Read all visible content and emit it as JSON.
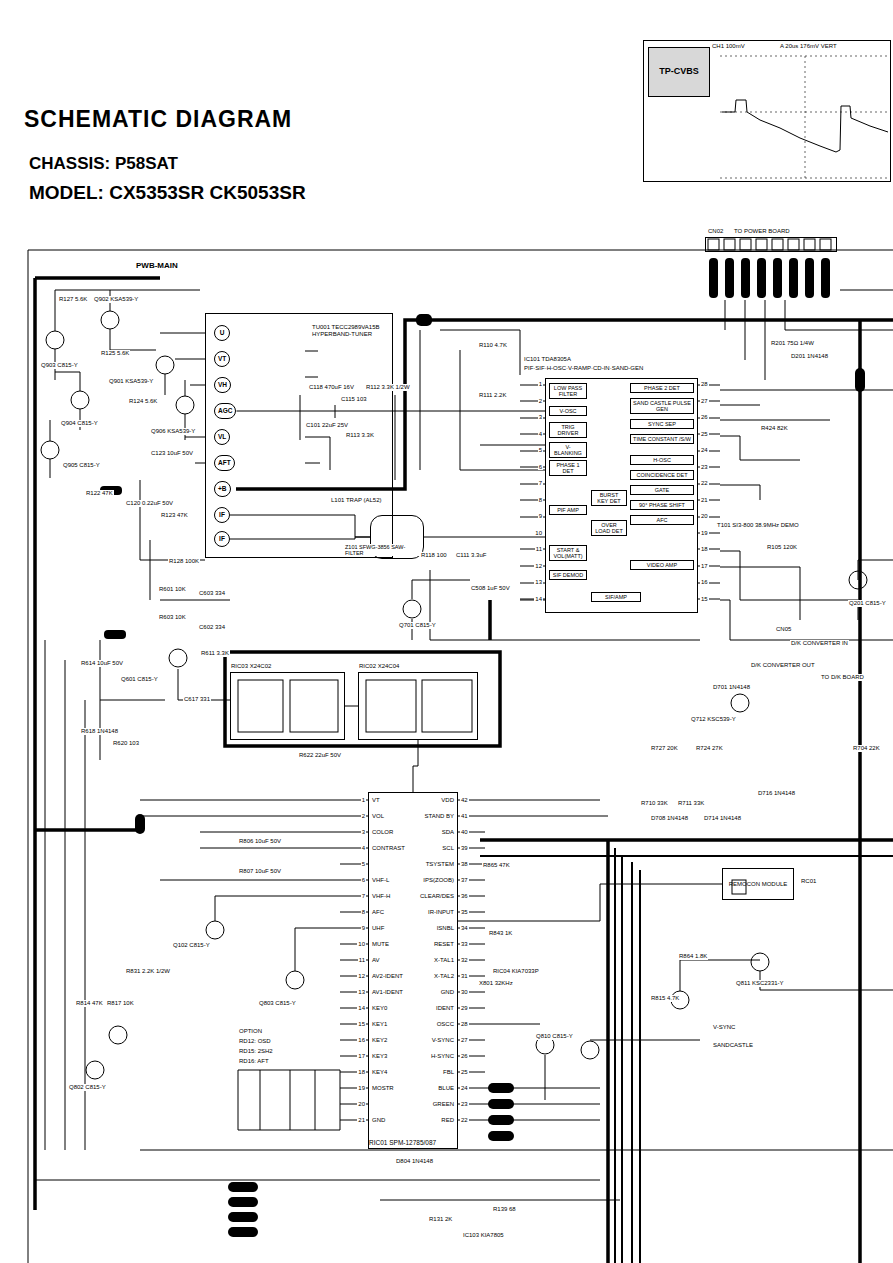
{
  "diagram": {
    "title": "SCHEMATIC DIAGRAM",
    "nodes": [
      {
        "text": [
          "CH1 100mV",
          "A 20us 176mV VERT"
        ]
      },
      {
        "text": [
          "TP-CVBS"
        ],
        "in": 0
      },
      {
        "text": [
          "CN02",
          "TO POWER BOARD"
        ]
      },
      {
        "text": [
          "TU001 TECC2989VA15B HYPERBAND-TUNER"
        ]
      },
      {
        "text": [
          "U"
        ],
        "in": 3
      },
      {
        "text": [
          "VT"
        ],
        "in": 3
      },
      {
        "text": [
          "VH"
        ],
        "in": 3
      },
      {
        "text": [
          "AGC"
        ],
        "in": 3
      },
      {
        "text": [
          "VL"
        ],
        "in": 3
      },
      {
        "text": [
          "AFT"
        ],
        "in": 3
      },
      {
        "text": [
          "+B"
        ],
        "in": 3
      },
      {
        "text": [
          "IF"
        ],
        "in": 3
      },
      {
        "text": [
          "IF"
        ],
        "in": 3
      },
      {
        "text": [
          "IC101 TDA8305A",
          "PIF·SIF·H-OSC·V-RAMP·CD-IN·SAND-GEN"
        ]
      },
      {
        "text": [
          "LOW PASS FILTER"
        ],
        "in": 13
      },
      {
        "text": [
          "V-OSC"
        ],
        "in": 13
      },
      {
        "text": [
          "TRIG DRIVER"
        ],
        "in": 13
      },
      {
        "text": [
          "V-BLANKING"
        ],
        "in": 13
      },
      {
        "text": [
          "PHASE 1 DET"
        ],
        "in": 13
      },
      {
        "text": [
          "PIF AMP"
        ],
        "in": 13
      },
      {
        "text": [
          "START & VOL(MATT)"
        ],
        "in": 13
      },
      {
        "text": [
          "SIF DEMOD"
        ],
        "in": 13
      },
      {
        "text": [
          "PHASE 2 DET"
        ],
        "in": 13
      },
      {
        "text": [
          "SAND CASTLE PULSE GEN"
        ],
        "in": 13
      },
      {
        "text": [
          "SYNC SEP"
        ],
        "in": 13
      },
      {
        "text": [
          "TIME CONSTANT /S/W"
        ],
        "in": 13
      },
      {
        "text": [
          "H-OSC"
        ],
        "in": 13
      },
      {
        "text": [
          "COINCIDENCE DET"
        ],
        "in": 13
      },
      {
        "text": [
          "GATE"
        ],
        "in": 13
      },
      {
        "text": [
          "90° PHASE SHIFT"
        ],
        "in": 13
      },
      {
        "text": [
          "AFC"
        ],
        "in": 13
      },
      {
        "text": [
          "VIDEO AMP"
        ],
        "in": 13
      },
      {
        "text": [
          "BURST KEY DET"
        ],
        "in": 13
      },
      {
        "text": [
          "OVER LOAD DET"
        ],
        "in": 13
      },
      {
        "text": [
          "SIF/AMP"
        ],
        "in": 13
      },
      {
        "text": [
          "Z101 SFWG-3856 SAW-FILTER"
        ]
      },
      {
        "text": [
          "RIC03 X24C02"
        ]
      },
      {
        "text": [
          "RIC02 X24C04"
        ]
      },
      {
        "text": [
          "RIC01 SPM-12785/087"
        ]
      },
      {
        "text": [
          "REMOCON MODULE"
        ]
      }
    ],
    "edges": [
      {
        "from": 11,
        "to": 35,
        "arrow": "none"
      },
      {
        "from": 12,
        "to": 35,
        "arrow": "none"
      },
      {
        "from": 35,
        "to": 13,
        "arrow": "none"
      },
      {
        "from": 7,
        "to": 13,
        "arrow": "none"
      },
      {
        "from": 38,
        "to": 37,
        "arrow": "none"
      },
      {
        "from": 37,
        "to": 36,
        "arrow": "none"
      },
      {
        "from": 39,
        "to": 38,
        "arrow": "none"
      }
    ],
    "labels": [
      "CHASSIS: P58SAT",
      "MODEL: CX5353SR CK5053SR",
      "PWB-MAIN",
      "R127 5.6K",
      "Q902 KSA539-Y",
      "R125 5.6K",
      "Q901 KSA539-Y",
      "Q903 C815-Y",
      "R124 5.6K",
      "Q904 C815-Y",
      "Q905 C815-Y",
      "R122 47K",
      "Q906 KSA539-Y",
      "C123 10uF 50V",
      "C120 0.22uF 50V",
      "R123 47K",
      "R128 100K",
      "C118 470uF 16V",
      "C115 103",
      "R112 3.3K 1/2W",
      "C101 22uF 25V",
      "R113 3.3K",
      "L101 TRAP (AL52)",
      "R110 4.7K",
      "R111 2.2K",
      "C111 3.3uF",
      "R118 100",
      "C508 1uF 50V",
      "Q701 C815-Y",
      "R601 10K",
      "C603 334",
      "R603 10K",
      "C602 334",
      "R614 10uF 50V",
      "Q601 C815-Y",
      "R611 3.3K",
      "C617 331",
      "R618 1N4148",
      "R620 103",
      "R622 22uF 50V",
      "R806 10uF 50V",
      "R807 10uF 50V",
      "Q102 C815-Y",
      "R831 2.2K 1/2W",
      "Q803 C815-Y",
      "R814 47K",
      "R817 10K",
      "Q802 C815-Y",
      "OPTION",
      "RD12: OSD",
      "RD15: 2SH2",
      "RD16: AFT",
      "R865 47K",
      "R843 1K",
      "RIC04 KIA7033P",
      "X801 32KHz",
      "Q810 C815-Y",
      "R864 1.8K",
      "Q811 KSC2331-Y",
      "R815 4.7K",
      "V-SYNC",
      "SANDCASTLE",
      "D804 1N4148",
      "R131 2K",
      "IC103 KIA7805",
      "R139 68",
      "D201 1N4148",
      "R201 75Ω 1/4W",
      "R424 82K",
      "T101 SI3-800 38.9MHz DEMO",
      "R105 120K",
      "Q201 C815-Y",
      "CN05",
      "D/K CONVERTER IN",
      "D/K CONVERTER OUT",
      "TO D/K BOARD",
      "D701 1N4148",
      "Q712 KSC539-Y",
      "R727 20K",
      "R724 27K",
      "R704 22K",
      "R711 33K",
      "R710 33K",
      "D716 1N4148",
      "D714 1N4148",
      "D708 1N4148",
      "RC01",
      "VT",
      "VOL",
      "COLOR",
      "CONTRAST",
      "VHF-L",
      "VHF-H",
      "AFC",
      "UHF",
      "MUTE",
      "AV",
      "AV2-IDENT",
      "AV1-IDENT",
      "KEY0",
      "KEY1",
      "KEY2",
      "KEY3",
      "KEY4",
      "MOSTR",
      "GND",
      "VDD",
      "STAND BY",
      "SDA",
      "SCL",
      "TSYSTEM",
      "IPS(ZOOB)",
      "CLEAR/DES",
      "IR-INPUT",
      "ISNBL",
      "RESET",
      "X-TAL1",
      "X-TAL2",
      "GND",
      "IDENT",
      "OSCC",
      "V-SYNC",
      "H-SYNC",
      "FBL",
      "BLUE",
      "GREEN",
      "RED",
      "1",
      "2",
      "3",
      "4",
      "5",
      "6",
      "7",
      "8",
      "9",
      "10",
      "11",
      "12",
      "13",
      "14",
      "15",
      "16",
      "17",
      "18",
      "19",
      "20",
      "21",
      "42",
      "41",
      "40",
      "39",
      "38",
      "37",
      "36",
      "35",
      "34",
      "33",
      "32",
      "31",
      "30",
      "29",
      "28",
      "27",
      "26",
      "25",
      "24",
      "23",
      "22",
      "1",
      "2",
      "3",
      "4",
      "5",
      "6",
      "7",
      "8",
      "9",
      "10",
      "11",
      "12",
      "13",
      "14",
      "28",
      "27",
      "26",
      "25",
      "24",
      "23",
      "22",
      "21",
      "20",
      "19",
      "18",
      "17",
      "16",
      "15"
    ]
  }
}
